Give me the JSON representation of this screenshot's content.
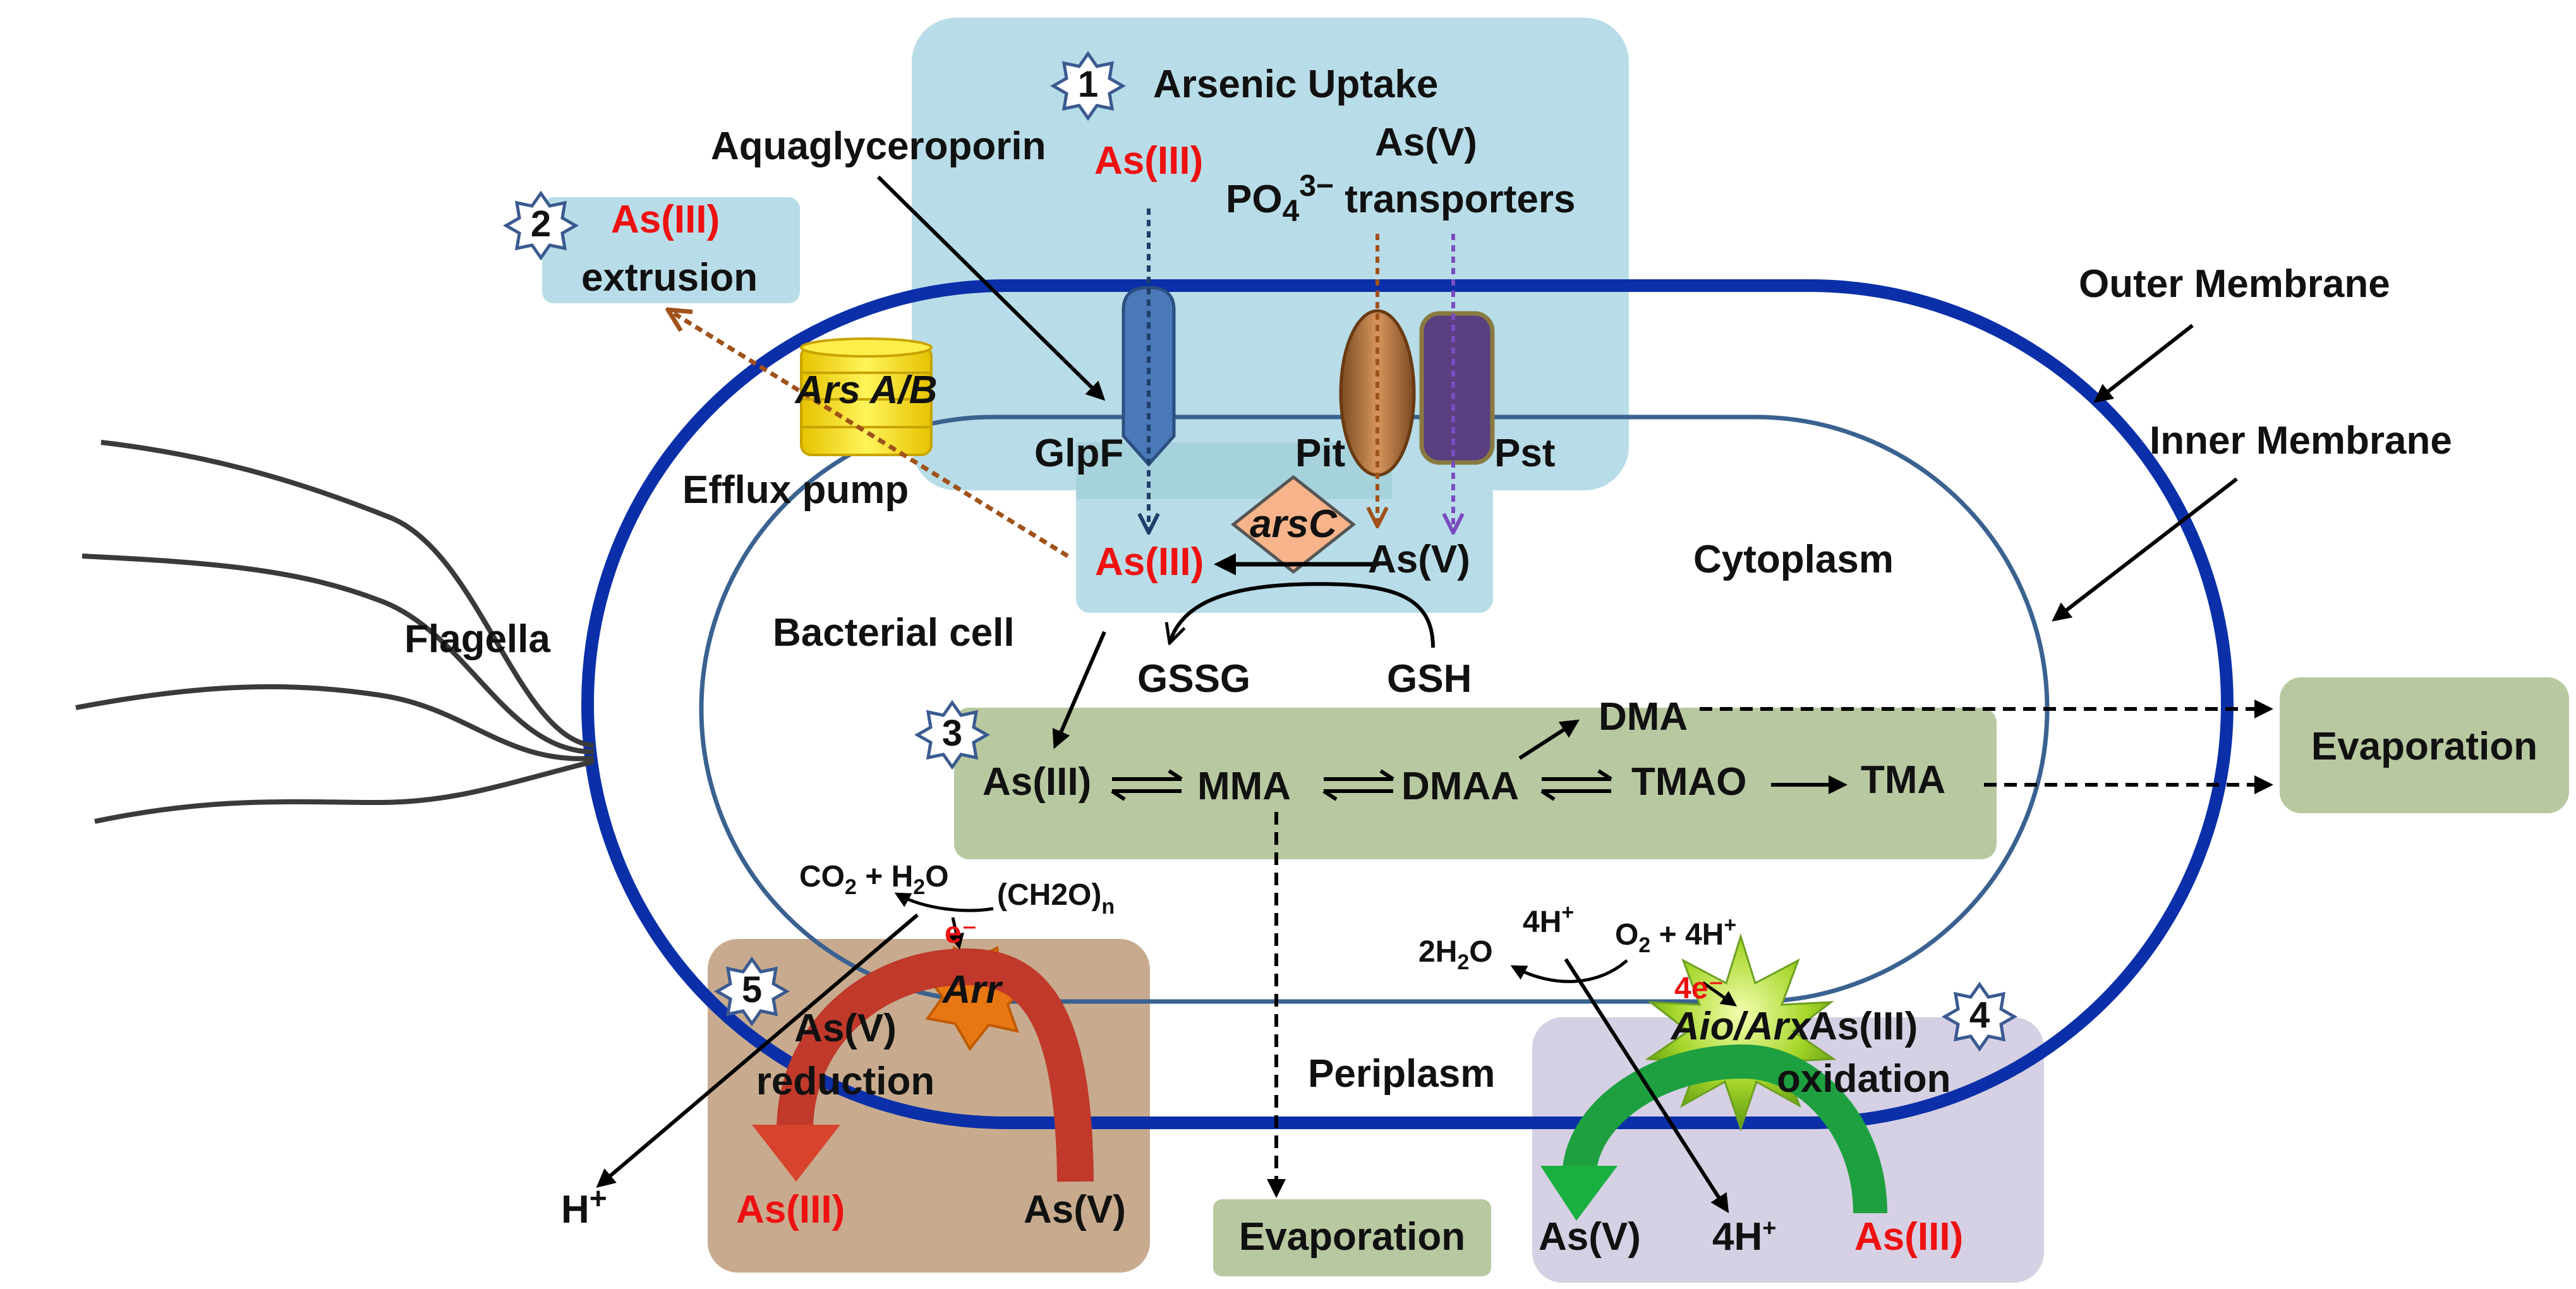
{
  "labels": {
    "arsenic_uptake": "Arsenic Uptake",
    "aquaglyceroporin": "Aquaglyceroporin",
    "uptake_as3": "As(III)",
    "uptake_as5": "As(V)",
    "transporters_po4": "PO",
    "transporters_sub": "4",
    "transporters_sup": "3−",
    "transporters_word": " transporters",
    "extrusion_as3": "As(III)",
    "extrusion": "extrusion",
    "outer_membrane": "Outer Membrane",
    "inner_membrane": "Inner Membrane",
    "ars_ab": "Ars A/B",
    "efflux_pump": "Efflux pump",
    "glpf": "GlpF",
    "pit": "Pit",
    "pst": "Pst",
    "arsc": "arsC",
    "cyto_as3": "As(III)",
    "cyto_as5": "As(V)",
    "cytoplasm": "Cytoplasm",
    "flagella": "Flagella",
    "bacterial_cell": "Bacterial cell",
    "gssg": "GSSG",
    "gsh": "GSH",
    "dma": "DMA",
    "methyl_as3": "As(III)",
    "mma": "MMA",
    "dmaa": "DMAA",
    "tmao": "TMAO",
    "tma": "TMA",
    "evaporation_right": "Evaporation",
    "evaporation_bottom": "Evaporation",
    "co2_h2o_a": "CO",
    "co2_h2o_sub": "2",
    "co2_h2o_b": " + H",
    "co2_h2o_sub2": "2",
    "co2_h2o_c": "O",
    "ch2o": "(CH2O)",
    "ch2o_sub": "n",
    "e_minus": "e⁻",
    "arr": "Arr",
    "as5_reduction_1": "As(V)",
    "as5_reduction_2": "reduction",
    "h_plus": "H",
    "h_plus_sup": "+",
    "red_as3": "As(III)",
    "red_as5": "As(V)",
    "periplasm": "Periplasm",
    "two_h2o_a": "2H",
    "two_h2o_sub": "2",
    "two_h2o_b": "O",
    "four_h_top": "4H",
    "four_h_top_sup": "+",
    "o2_a": "O",
    "o2_sub": "2",
    "o2_b": " + 4H",
    "o2_sup": "+",
    "four_e": "4e⁻",
    "aio_arx": "Aio/Arx",
    "ox_as3": "As(III)",
    "oxidation": "oxidation",
    "ox_as5": "As(V)",
    "four_h_bottom": "4H",
    "four_h_bottom_sup": "+",
    "ox_as3_bottom": "As(III)"
  },
  "badges": {
    "uptake": "1",
    "extrusion": "2",
    "methylation": "3",
    "oxidation": "4",
    "reduction": "5"
  },
  "colors": {
    "uptake_box": "#b8dde8",
    "methylation_box": "#b8c8a0",
    "reduction_box": "#c8ab8e",
    "oxidation_box": "#d6d0e4",
    "evaporation_box": "#b8c8a0",
    "outer_membrane": "#0a2fa8",
    "inner_membrane": "#3a6290",
    "arsenic_red": "#ee1111"
  }
}
